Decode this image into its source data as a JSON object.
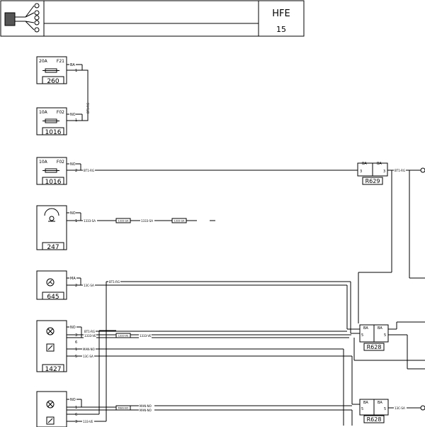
{
  "header": {
    "code": "HFE",
    "page": "15"
  },
  "components": {
    "c260": {
      "amp": "20A",
      "fuse": "F21",
      "id": "260",
      "wire": "BA",
      "pin": "1"
    },
    "c1016a": {
      "amp": "10A",
      "fuse": "F02",
      "id": "1016",
      "wire": "NO",
      "pin": "1"
    },
    "c1016b": {
      "amp": "10A",
      "fuse": "F02",
      "id": "1016",
      "wire": "NO",
      "pin": "2"
    },
    "c247": {
      "id": "247",
      "wire": "NO",
      "pin": "1"
    },
    "c645": {
      "id": "645",
      "wire": "MA",
      "pin": "2"
    },
    "c1427": {
      "id": "1427",
      "wire": "NO",
      "pins": [
        "3",
        "6",
        "1",
        "5"
      ]
    },
    "cbottom": {
      "wire": "NO",
      "pins": [
        "1",
        "6",
        "3"
      ]
    }
  },
  "connectors": {
    "r629": {
      "id": "R629",
      "left_wire": "BA",
      "right_wire": "BA",
      "left_pin": "3",
      "right_pin": "3"
    },
    "r628a": {
      "id": "R628",
      "left_wire": "BA",
      "right_wire": "BA",
      "left_pin": "5",
      "right_pin": "5"
    },
    "r628b": {
      "id": "R628",
      "left_wire": "BA",
      "right_wire": "BA",
      "left_pin": "5",
      "right_pin": "5"
    }
  },
  "wire_labels": {
    "w_1016_rg": "BT1-RG",
    "w_r629_out": "BT1-RG",
    "w_247_a": "1333-SA",
    "w_247_b": "1333-SA",
    "w_247_c": "1333-SA",
    "w_247_d": "1333-SA",
    "w_645": "13C-SA",
    "w_645_top": "BT1-RG",
    "w_1427_rg": "BT1-RG",
    "w_1427_ve1": "1333-VE",
    "w_1427_ve2": "1333-VE",
    "w_1427_ve3": "1333-VE",
    "w_1427_mano": "MAN-NO",
    "w_1427_5": "13C-SA",
    "w_b_mano1": "MAN-NO",
    "w_b_mano2": "MAN-NO",
    "w_b_mano3": "MAN-NO",
    "w_b_3": "133-VE",
    "w_r628b_out": "13C-SA",
    "w_link": "BT1-RG"
  }
}
